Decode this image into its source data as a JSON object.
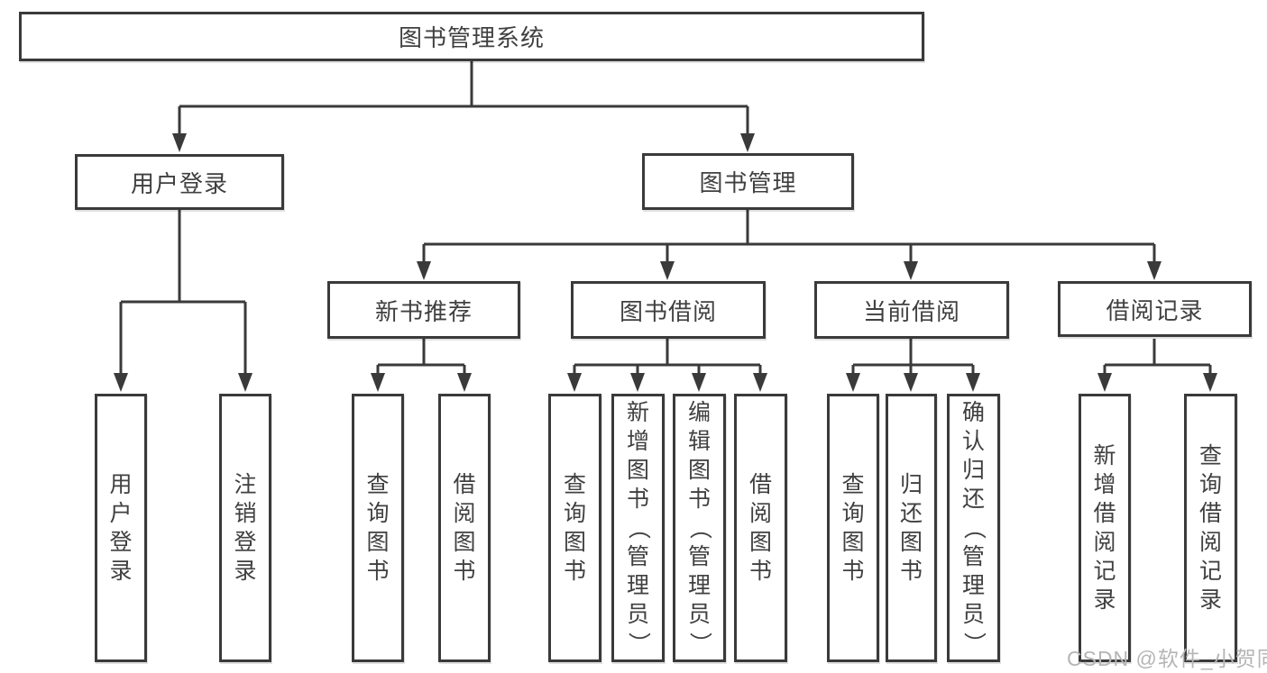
{
  "diagram": {
    "title": "图书管理系统",
    "nodes": {
      "root": "图书管理系统",
      "user_login": "用户登录",
      "book_mgmt": "图书管理",
      "new_book_rec": "新书推荐",
      "book_borrow": "图书借阅",
      "current_borrow": "当前借阅",
      "borrow_records": "借阅记录",
      "login": "用户登录",
      "logout": "注销登录",
      "rec_query_books": "查询图书",
      "rec_borrow_books": "借阅图书",
      "bb_query_books": "查询图书",
      "bb_add_books": "新增图书（管理员）",
      "bb_edit_books": "编辑图书（管理员）",
      "bb_borrow_books": "借阅图书",
      "cb_query_books": "查询图书",
      "cb_return_books": "归还图书",
      "cb_confirm_return": "确认归还（管理员）",
      "br_add_record": "新增借阅记录",
      "br_query_record": "查询借阅记录"
    },
    "tree": {
      "label": "图书管理系统",
      "children": [
        {
          "label": "用户登录",
          "children": [
            {
              "label": "用户登录"
            },
            {
              "label": "注销登录"
            }
          ]
        },
        {
          "label": "图书管理",
          "children": [
            {
              "label": "新书推荐",
              "children": [
                {
                  "label": "查询图书"
                },
                {
                  "label": "借阅图书"
                }
              ]
            },
            {
              "label": "图书借阅",
              "children": [
                {
                  "label": "查询图书"
                },
                {
                  "label": "新增图书（管理员）"
                },
                {
                  "label": "编辑图书（管理员）"
                },
                {
                  "label": "借阅图书"
                }
              ]
            },
            {
              "label": "当前借阅",
              "children": [
                {
                  "label": "查询图书"
                },
                {
                  "label": "归还图书"
                },
                {
                  "label": "确认归还（管理员）"
                }
              ]
            },
            {
              "label": "借阅记录",
              "children": [
                {
                  "label": "新增借阅记录"
                },
                {
                  "label": "查询借阅记录"
                }
              ]
            }
          ]
        }
      ]
    },
    "watermark": "CSDN @软件_小贺同学",
    "colors": {
      "line": "#3a3a3a",
      "text": "#404040",
      "watermark": "#b5b5b5",
      "background": "#ffffff"
    }
  }
}
